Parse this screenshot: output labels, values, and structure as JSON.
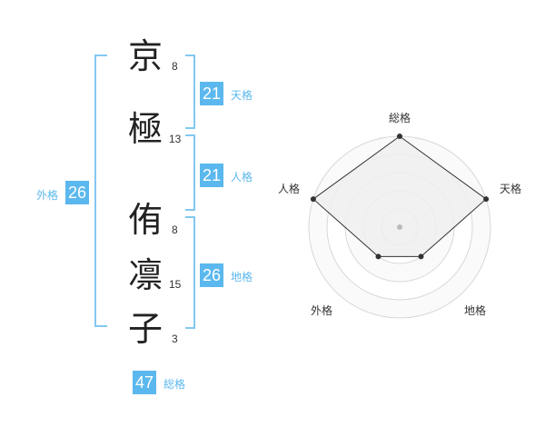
{
  "name": {
    "chars": [
      {
        "char": "京",
        "strokes": "8"
      },
      {
        "char": "極",
        "strokes": "13"
      },
      {
        "char": "侑",
        "strokes": "8"
      },
      {
        "char": "凛",
        "strokes": "15"
      },
      {
        "char": "子",
        "strokes": "3"
      }
    ]
  },
  "fortune": {
    "tenkaku": {
      "value": "21",
      "label": "天格"
    },
    "jinkaku": {
      "value": "21",
      "label": "人格"
    },
    "chikaku": {
      "value": "26",
      "label": "地格"
    },
    "gaikaku": {
      "value": "26",
      "label": "外格"
    },
    "soukaku": {
      "value": "47",
      "label": "総格"
    }
  },
  "radar": {
    "labels": {
      "top": "総格",
      "right": "天格",
      "lower_right": "地格",
      "lower_left": "外格",
      "left": "人格"
    },
    "levels": 5,
    "ranks": {
      "soukaku": 5,
      "tenkaku": 5,
      "chikaku": 2,
      "gaikaku": 2,
      "jinkaku": 5
    },
    "colors": {
      "bracket": "#82c8f0",
      "badge": "#5bb8ee",
      "fill": "#eeeeee",
      "line": "#333333"
    }
  }
}
